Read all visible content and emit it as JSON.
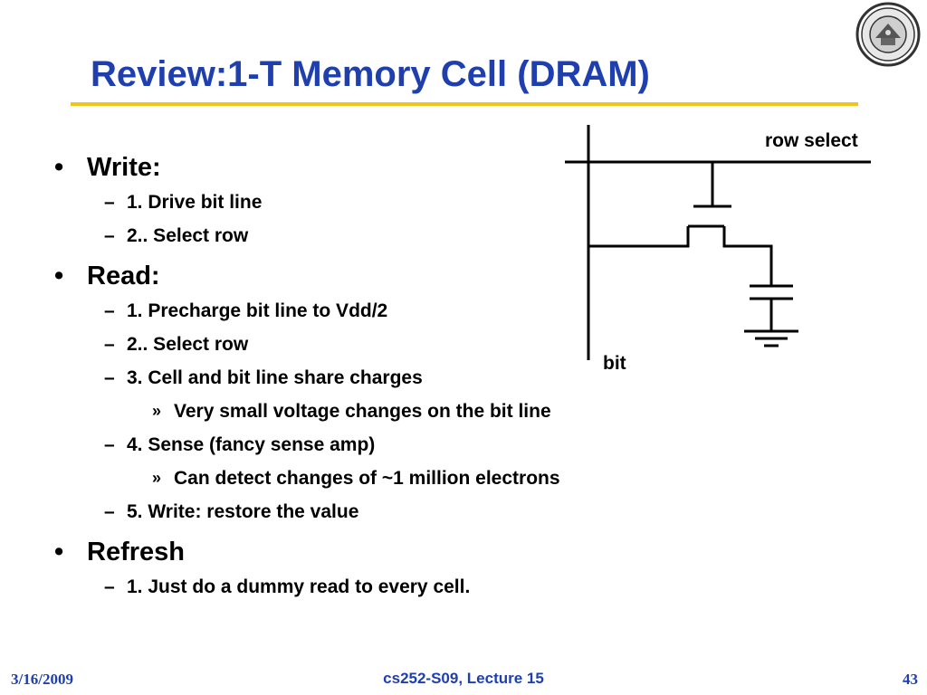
{
  "slide": {
    "title": "Review:1-T Memory Cell (DRAM)"
  },
  "bullets": [
    {
      "text": "Write:",
      "subs": [
        {
          "text": "1. Drive bit line"
        },
        {
          "text": "2.. Select row"
        }
      ]
    },
    {
      "text": "Read:",
      "subs": [
        {
          "text": "1. Precharge bit line to Vdd/2"
        },
        {
          "text": "2.. Select row"
        },
        {
          "text": "3. Cell and bit line share charges"
        },
        {
          "text": "Very small voltage changes on the bit line",
          "level": 3
        },
        {
          "text": "4. Sense (fancy sense amp)"
        },
        {
          "text": "Can detect changes of ~1 million  electrons",
          "level": 3
        },
        {
          "text": "5. Write: restore the value"
        }
      ]
    },
    {
      "text": "Refresh",
      "subs": [
        {
          "text": "1. Just do a dummy read to every cell."
        }
      ]
    }
  ],
  "circuit": {
    "row_label": "row select",
    "bit_label": "bit"
  },
  "footer": {
    "date": "3/16/2009",
    "course": "cs252-S09, Lecture 15",
    "page": "43"
  },
  "colors": {
    "title": "#1f3fae",
    "rule": "#f0c419",
    "footer": "#1f3fae"
  },
  "icons": {
    "logo": "university-seal-icon"
  }
}
